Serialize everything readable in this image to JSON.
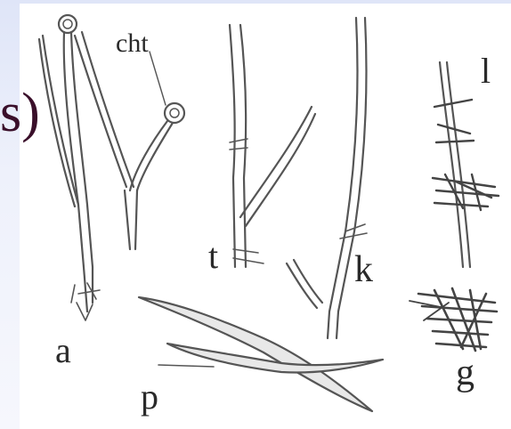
{
  "slide": {
    "fragment_text": "s)"
  },
  "figure": {
    "labels": {
      "cht": "cht",
      "a": "a",
      "p": "p",
      "t": "t",
      "k": "k",
      "l": "l",
      "g": "g"
    }
  },
  "colors": {
    "background_band": "#e6eaf9",
    "ink": "#4a4a4a",
    "text": "#3a0f2a"
  }
}
